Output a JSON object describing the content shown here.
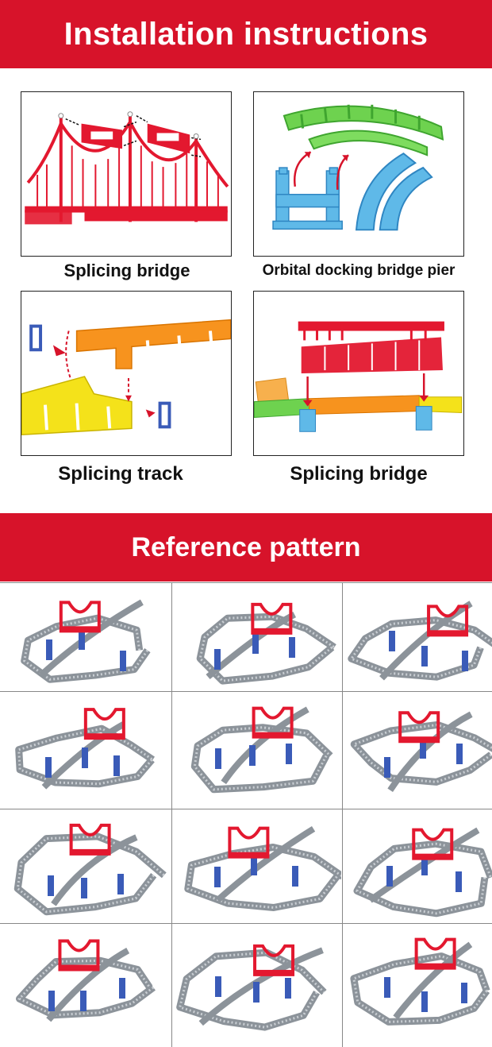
{
  "header": {
    "title": "Installation instructions"
  },
  "instructions": [
    {
      "caption": "Splicing bridge",
      "icon": "bridge-splice-icon"
    },
    {
      "caption": "Orbital docking bridge pier",
      "icon": "pier-dock-icon"
    },
    {
      "caption": "Splicing track",
      "icon": "track-splice-icon"
    },
    {
      "caption": "Splicing bridge",
      "icon": "bridge-on-track-icon"
    }
  ],
  "reference": {
    "title": "Reference pattern",
    "rows": 4,
    "cols": 3
  },
  "colors": {
    "banner": "#d7132a",
    "bridge_red": "#e3182f",
    "track_gray": "#8c939a",
    "pier_blue": "#3a5bb8",
    "track_green": "#6ed24f",
    "track_orange": "#f7931e",
    "track_yellow": "#f4e21a"
  }
}
